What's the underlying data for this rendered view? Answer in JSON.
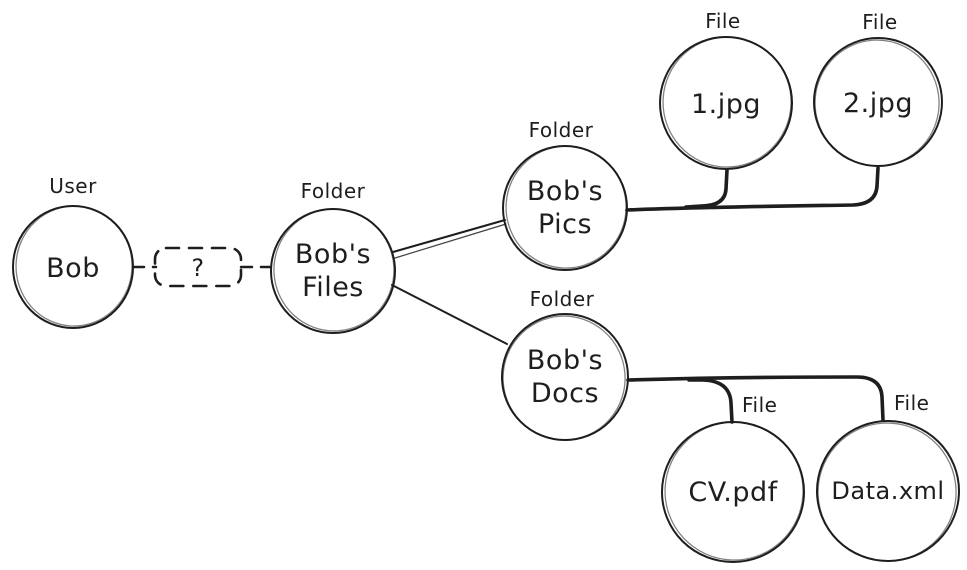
{
  "canvas": {
    "background": "#ffffff",
    "ink_color": "#1e1e1e"
  },
  "nodes": {
    "bob": {
      "kind": "User",
      "label": "Bob"
    },
    "question": {
      "label": "?"
    },
    "bobs_files": {
      "kind": "Folder",
      "line1": "Bob's",
      "line2": "Files"
    },
    "bobs_pics": {
      "kind": "Folder",
      "line1": "Bob's",
      "line2": "Pics"
    },
    "bobs_docs": {
      "kind": "Folder",
      "line1": "Bob's",
      "line2": "Docs"
    },
    "file_1jpg": {
      "kind": "File",
      "label": "1.jpg"
    },
    "file_2jpg": {
      "kind": "File",
      "label": "2.jpg"
    },
    "file_cvpdf": {
      "kind": "File",
      "label": "CV.pdf"
    },
    "file_dataxml": {
      "kind": "File",
      "label": "Data.xml"
    }
  },
  "edges": [
    {
      "from": "Bob",
      "to": "?",
      "style": "dashed"
    },
    {
      "from": "?",
      "to": "Bob's Files",
      "style": "dashed"
    },
    {
      "from": "Bob's Files",
      "to": "Bob's Pics",
      "style": "solid"
    },
    {
      "from": "Bob's Files",
      "to": "Bob's Docs",
      "style": "solid"
    },
    {
      "from": "Bob's Pics",
      "to": "1.jpg",
      "style": "solid-thick"
    },
    {
      "from": "Bob's Pics",
      "to": "2.jpg",
      "style": "solid-thick"
    },
    {
      "from": "Bob's Docs",
      "to": "CV.pdf",
      "style": "solid-thick"
    },
    {
      "from": "Bob's Docs",
      "to": "Data.xml",
      "style": "solid-thick"
    }
  ]
}
